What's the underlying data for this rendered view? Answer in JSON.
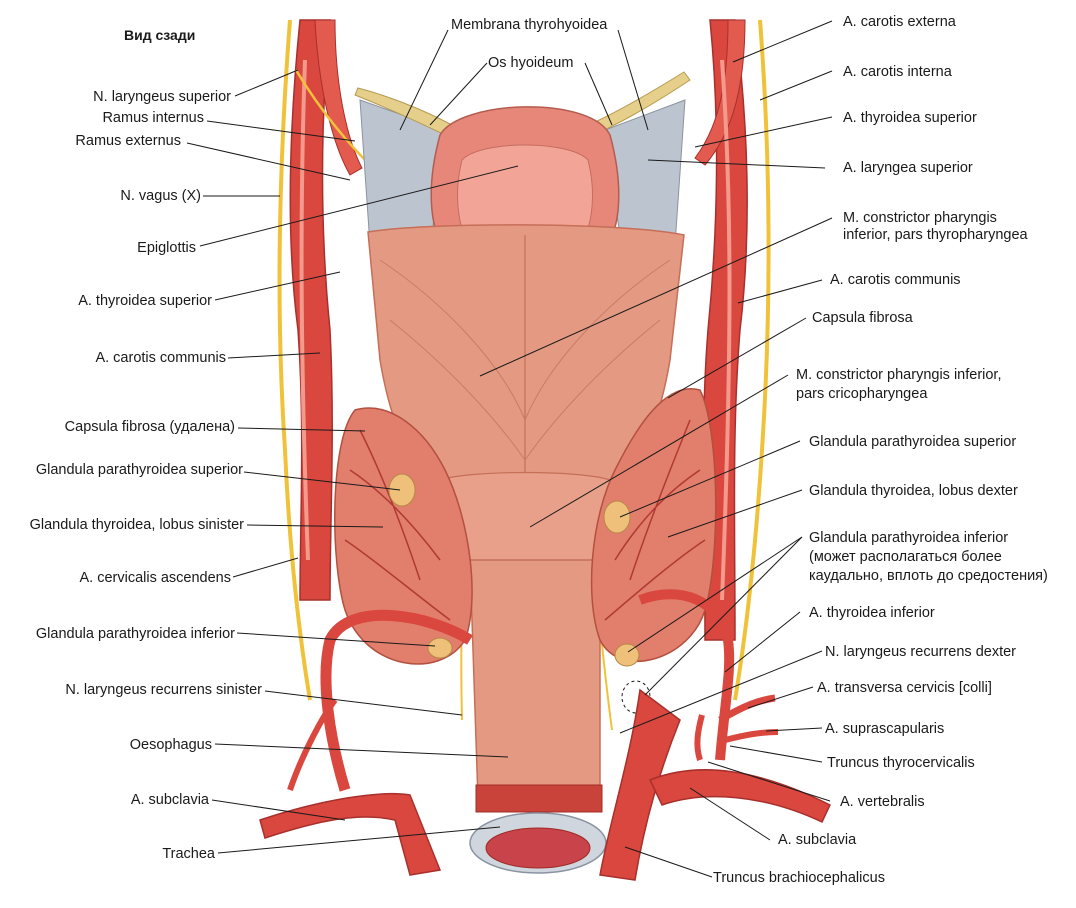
{
  "view_title": "Вид сзади",
  "labels": {
    "membrana_thyrohyoidea": "Membrana thyrohyoidea",
    "os_hyoideum": "Os hyoideum",
    "n_laryngeus_superior": "N. laryngeus superior",
    "ramus_internus": "Ramus internus",
    "ramus_externus": "Ramus externus",
    "n_vagus": "N. vagus (X)",
    "epiglottis": "Epiglottis",
    "a_thyroidea_superior_left": "A. thyroidea superior",
    "a_carotis_communis_left": "A. carotis communis",
    "capsula_fibrosa_removed": "Capsula fibrosa (удалена)",
    "gland_parathyr_sup_left": "Glandula parathyroidea superior",
    "gland_thyr_lobus_sinister": "Glandula thyroidea, lobus sinister",
    "a_cervicalis_ascendens": "A. cervicalis ascendens",
    "gland_parathyr_inf_left": "Glandula parathyroidea inferior",
    "n_laryngeus_recurrens_sinister": "N. laryngeus recurrens sinister",
    "oesophagus": "Oesophagus",
    "a_subclavia_left": "A. subclavia",
    "trachea": "Trachea",
    "a_carotis_externa": "A. carotis externa",
    "a_carotis_interna": "A. carotis interna",
    "a_thyroidea_superior_right": "A. thyroidea superior",
    "a_laryngea_superior": "A. laryngea superior",
    "m_constrictor_thyro_1": "M. constrictor pharyngis",
    "m_constrictor_thyro_2": "inferior, pars thyropharyngea",
    "a_carotis_communis_right": "A. carotis communis",
    "capsula_fibrosa": "Capsula fibrosa",
    "m_constrictor_crico_1": "M. constrictor pharyngis inferior,",
    "m_constrictor_crico_2": "pars cricopharyngea",
    "gland_parathyr_sup_right": "Glandula parathyroidea superior",
    "gland_thyr_lobus_dexter": "Glandula thyroidea, lobus dexter",
    "gland_parathyr_inf_right_1": "Glandula parathyroidea inferior",
    "gland_parathyr_inf_right_2": "(может располагаться более",
    "gland_parathyr_inf_right_3": "каудально, вплоть до средостения)",
    "a_thyroidea_inferior": "A. thyroidea inferior",
    "n_laryngeus_recurrens_dexter": "N. laryngeus recurrens dexter",
    "a_transversa_cervicis": "A. transversa cervicis [colli]",
    "a_suprascapularis": "A. suprascapularis",
    "truncus_thyrocervicalis": "Truncus thyrocervicalis",
    "a_vertebralis": "A. vertebralis",
    "a_subclavia_right": "A. subclavia",
    "truncus_brachiocephalicus": "Truncus brachiocephalicus"
  },
  "colors": {
    "artery": "#d9473f",
    "artery_light": "#ec8478",
    "muscle": "#e49a82",
    "muscle_dark": "#c66e58",
    "gland": "#e27e6c",
    "nerve": "#f0c23a",
    "cartilage": "#bcc4cf",
    "bone": "#e6cf8a",
    "trachea_lumen": "#c9434b"
  }
}
